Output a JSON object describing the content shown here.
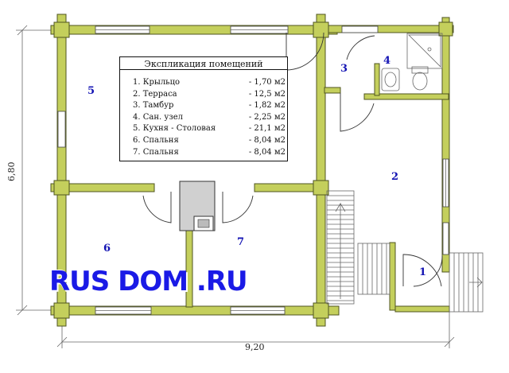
{
  "legend": {
    "title": "Экспликация помещений",
    "rows": [
      {
        "name": "1. Крыльцо",
        "area": "- 1,70 м2"
      },
      {
        "name": "2. Терраса",
        "area": "- 12,5 м2"
      },
      {
        "name": "3. Тамбур",
        "area": "- 1,82 м2"
      },
      {
        "name": "4. Сан. узел",
        "area": "- 2,25 м2"
      },
      {
        "name": "5. Кухня - Столовая",
        "area": "- 21,1 м2"
      },
      {
        "name": "6. Спальня",
        "area": "- 8,04 м2"
      },
      {
        "name": "7. Спальня",
        "area": "- 8,04 м2"
      }
    ]
  },
  "rooms": {
    "r1": "1",
    "r2": "2",
    "r3": "3",
    "r4": "4",
    "r5": "5",
    "r6": "6",
    "r7": "7"
  },
  "dimensions": {
    "width": "9,20",
    "height": "6,80"
  },
  "watermark": "RUS DOM .RU",
  "colors": {
    "wall": "#c4cf5c",
    "label": "#1414b4",
    "watermark": "#1a1ae6"
  }
}
